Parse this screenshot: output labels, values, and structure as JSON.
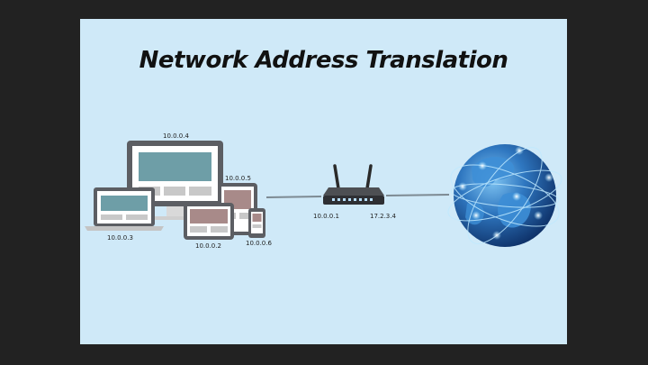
{
  "title": "Network Address Translation",
  "devices": {
    "monitor": {
      "ip": "10.0.0.4"
    },
    "tablet": {
      "ip": "10.0.0.5"
    },
    "laptop": {
      "ip": "10.0.0.3"
    },
    "small_tablet": {
      "ip": "10.0.0.2"
    },
    "phone": {
      "ip": "10.0.0.6"
    }
  },
  "router": {
    "inside_ip": "10.0.0.1",
    "outside_ip": "17.2.3.4"
  },
  "colors": {
    "background": "#cfe9f8",
    "frame": "#222222",
    "screen_teal": "#6e9ea7",
    "screen_mauve": "#a88a89",
    "device_gray": "#5c5e63",
    "link_gray": "#7d8a93",
    "globe_blue": "#1f5b9c"
  },
  "icons": [
    "monitor-icon",
    "laptop-icon",
    "tablet-icon",
    "phone-icon",
    "router-icon",
    "globe-icon"
  ]
}
